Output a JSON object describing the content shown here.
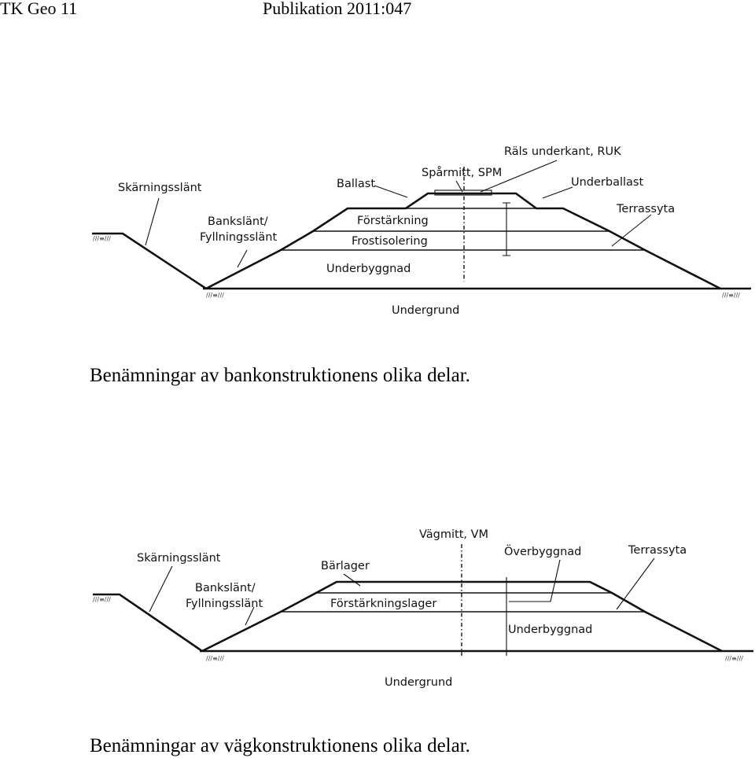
{
  "header": {
    "left": "TK Geo 11",
    "right": "Publikation 2011:047"
  },
  "figure1": {
    "labels": {
      "cut_slope": "Skärningsslänt",
      "bank_slope_line1": "Bankslänt/",
      "bank_slope_line2": "Fyllningsslänt",
      "ballast": "Ballast",
      "track_center": "Spårmitt, SPM",
      "rail_bottom": "Räls underkant, RUK",
      "sub_ballast": "Underballast",
      "formation": "Terrassyta",
      "reinforcement": "Förstärkning",
      "frost_insulation": "Frostisolering",
      "substructure": "Underbyggnad",
      "subgrade": "Undergrund"
    },
    "caption": "Benämningar av bankonstruktionens olika delar."
  },
  "figure2": {
    "labels": {
      "cut_slope": "Skärningsslänt",
      "bank_slope_line1": "Bankslänt/",
      "bank_slope_line2": "Fyllningsslänt",
      "road_center": "Vägmitt, VM",
      "bearing_layer": "Bärlager",
      "superstructure": "Överbyggnad",
      "formation": "Terrassyta",
      "reinforcement_layer": "Förstärkningslager",
      "substructure": "Underbyggnad",
      "subgrade": "Undergrund"
    },
    "caption": "Benämningar av vägkonstruktionens olika delar."
  }
}
